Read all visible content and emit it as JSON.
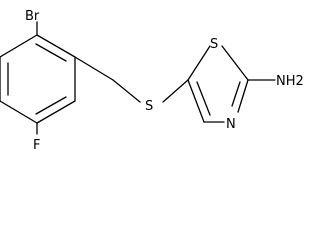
{
  "atoms": {
    "br": "Br",
    "f": "F",
    "s_linker": "S",
    "s_ring": "S",
    "n_ring": "N",
    "amine": "NH2"
  },
  "colors": {
    "bond": "#000000",
    "background": "#ffffff"
  }
}
